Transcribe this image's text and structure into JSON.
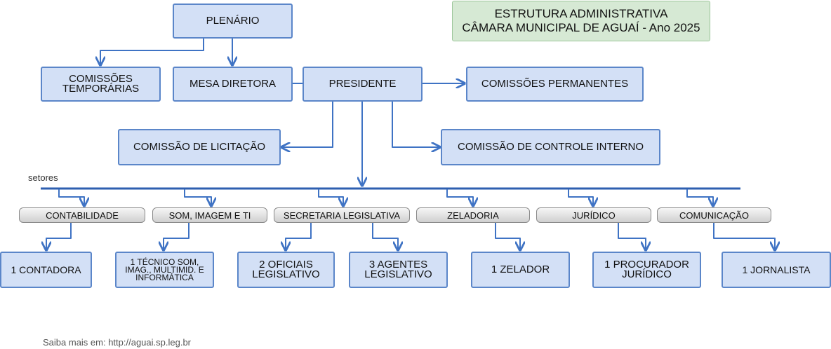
{
  "title": {
    "line1": "ESTRUTURA ADMINISTRATIVA",
    "line2": "CÂMARA MUNICIPAL DE AGUAÍ - Ano 2025"
  },
  "nodes": {
    "plenario": "PLENÁRIO",
    "comissoes_temporarias": "COMISSÕES TEMPORÁRIAS",
    "mesa_diretora": "MESA DIRETORA",
    "presidente": "PRESIDENTE",
    "comissoes_permanentes": "COMISSÕES PERMANENTES",
    "comissao_licitacao": "COMISSÃO DE LICITAÇÃO",
    "comissao_controle_interno": "COMISSÃO DE CONTROLE INTERNO"
  },
  "sectors_label": "setores",
  "sectors": [
    "CONTABILIDADE",
    "SOM, IMAGEM E TI",
    "SECRETARIA LEGISLATIVA",
    "ZELADORIA",
    "JURÍDICO",
    "COMUNICAÇÃO"
  ],
  "staff": [
    "1 CONTADORA",
    "1 TÉCNICO SOM, IMAG., MULTIMID. E INFORMÁTICA",
    "2 OFICIAIS LEGISLATIVO",
    "3 AGENTES LEGISLATIVO",
    "1 ZELADOR",
    "1 PROCURADOR JURÍDICO",
    "1 JORNALISTA"
  ],
  "footer": "Saiba mais em: http://aguai.sp.leg.br",
  "colors": {
    "box_fill": "#d3e0f6",
    "box_border": "#5b86c9",
    "connector": "#3f73c4",
    "title_fill": "#d6e9d4",
    "bus_line": "#2e5fb0"
  }
}
